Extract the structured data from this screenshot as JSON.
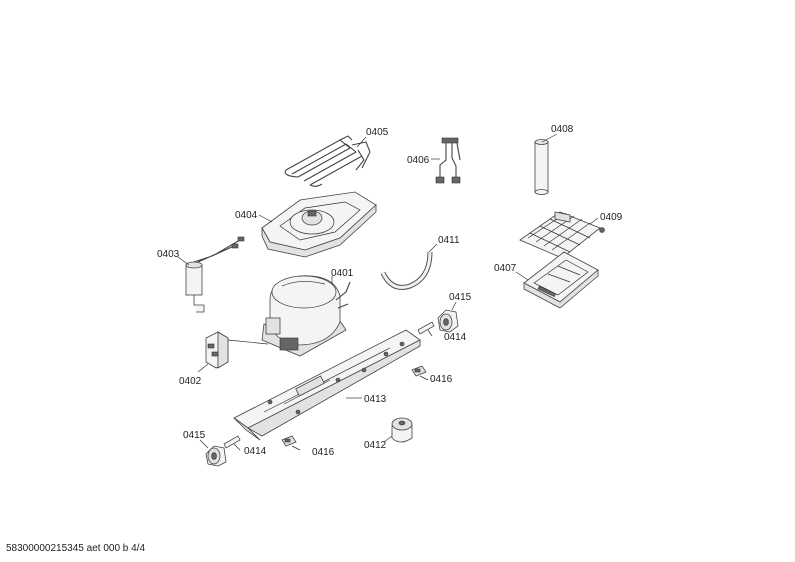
{
  "labels": {
    "p0401": "0401",
    "p0402": "0402",
    "p0403": "0403",
    "p0404": "0404",
    "p0405": "0405",
    "p0406": "0406",
    "p0407": "0407",
    "p0408": "0408",
    "p0409": "0409",
    "p0411": "0411",
    "p0412": "0412",
    "p0413": "0413",
    "p0414a": "0414",
    "p0414b": "0414",
    "p0415a": "0415",
    "p0415b": "0415",
    "p0416a": "0416",
    "p0416b": "0416"
  },
  "footer": {
    "code": "58300000215345 aet 000 b 4/4"
  }
}
